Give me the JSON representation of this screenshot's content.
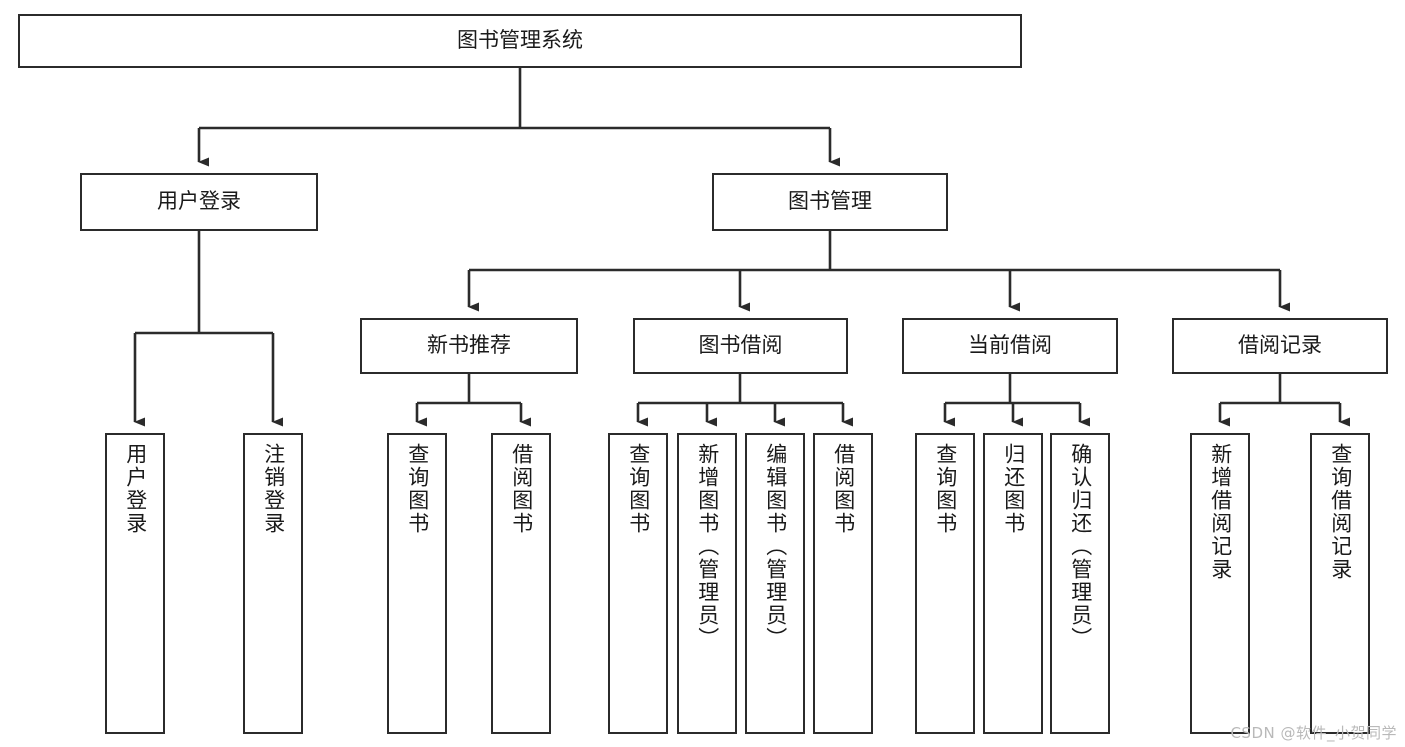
{
  "diagram": {
    "type": "tree-hierarchy",
    "title": "图书管理系统",
    "nodes": {
      "root": {
        "label": "图书管理系统"
      },
      "level1": [
        {
          "id": "user-login",
          "label": "用户登录"
        },
        {
          "id": "book-manage",
          "label": "图书管理"
        }
      ],
      "level2": [
        {
          "id": "new-book-recommend",
          "label": "新书推荐"
        },
        {
          "id": "book-borrow",
          "label": "图书借阅"
        },
        {
          "id": "current-borrow",
          "label": "当前借阅"
        },
        {
          "id": "borrow-record",
          "label": "借阅记录"
        }
      ],
      "leaves": {
        "user-login": [
          {
            "id": "leaf-user-login",
            "label": "用户登录"
          },
          {
            "id": "leaf-user-logout",
            "label": "注销登录"
          }
        ],
        "new-book-recommend": [
          {
            "id": "leaf-query-book-1",
            "label": "查询图书"
          },
          {
            "id": "leaf-borrow-book-1",
            "label": "借阅图书"
          }
        ],
        "book-borrow": [
          {
            "id": "leaf-query-book-2",
            "label": "查询图书"
          },
          {
            "id": "leaf-add-book",
            "label": "新增图书（管理员）"
          },
          {
            "id": "leaf-edit-book",
            "label": "编辑图书（管理员）"
          },
          {
            "id": "leaf-borrow-book-2",
            "label": "借阅图书"
          }
        ],
        "current-borrow": [
          {
            "id": "leaf-query-book-3",
            "label": "查询图书"
          },
          {
            "id": "leaf-return-book",
            "label": "归还图书"
          },
          {
            "id": "leaf-confirm-return",
            "label": "确认归还（管理员）"
          }
        ],
        "borrow-record": [
          {
            "id": "leaf-add-record",
            "label": "新增借阅记录"
          },
          {
            "id": "leaf-query-record",
            "label": "查询借阅记录"
          }
        ]
      }
    },
    "colors": {
      "background": "#ffffff",
      "border": "#2b2b2b",
      "text": "#1a1a1a",
      "watermark": "#b9b9b9"
    }
  },
  "watermark": {
    "text": "CSDN @软件_小贺同学"
  }
}
